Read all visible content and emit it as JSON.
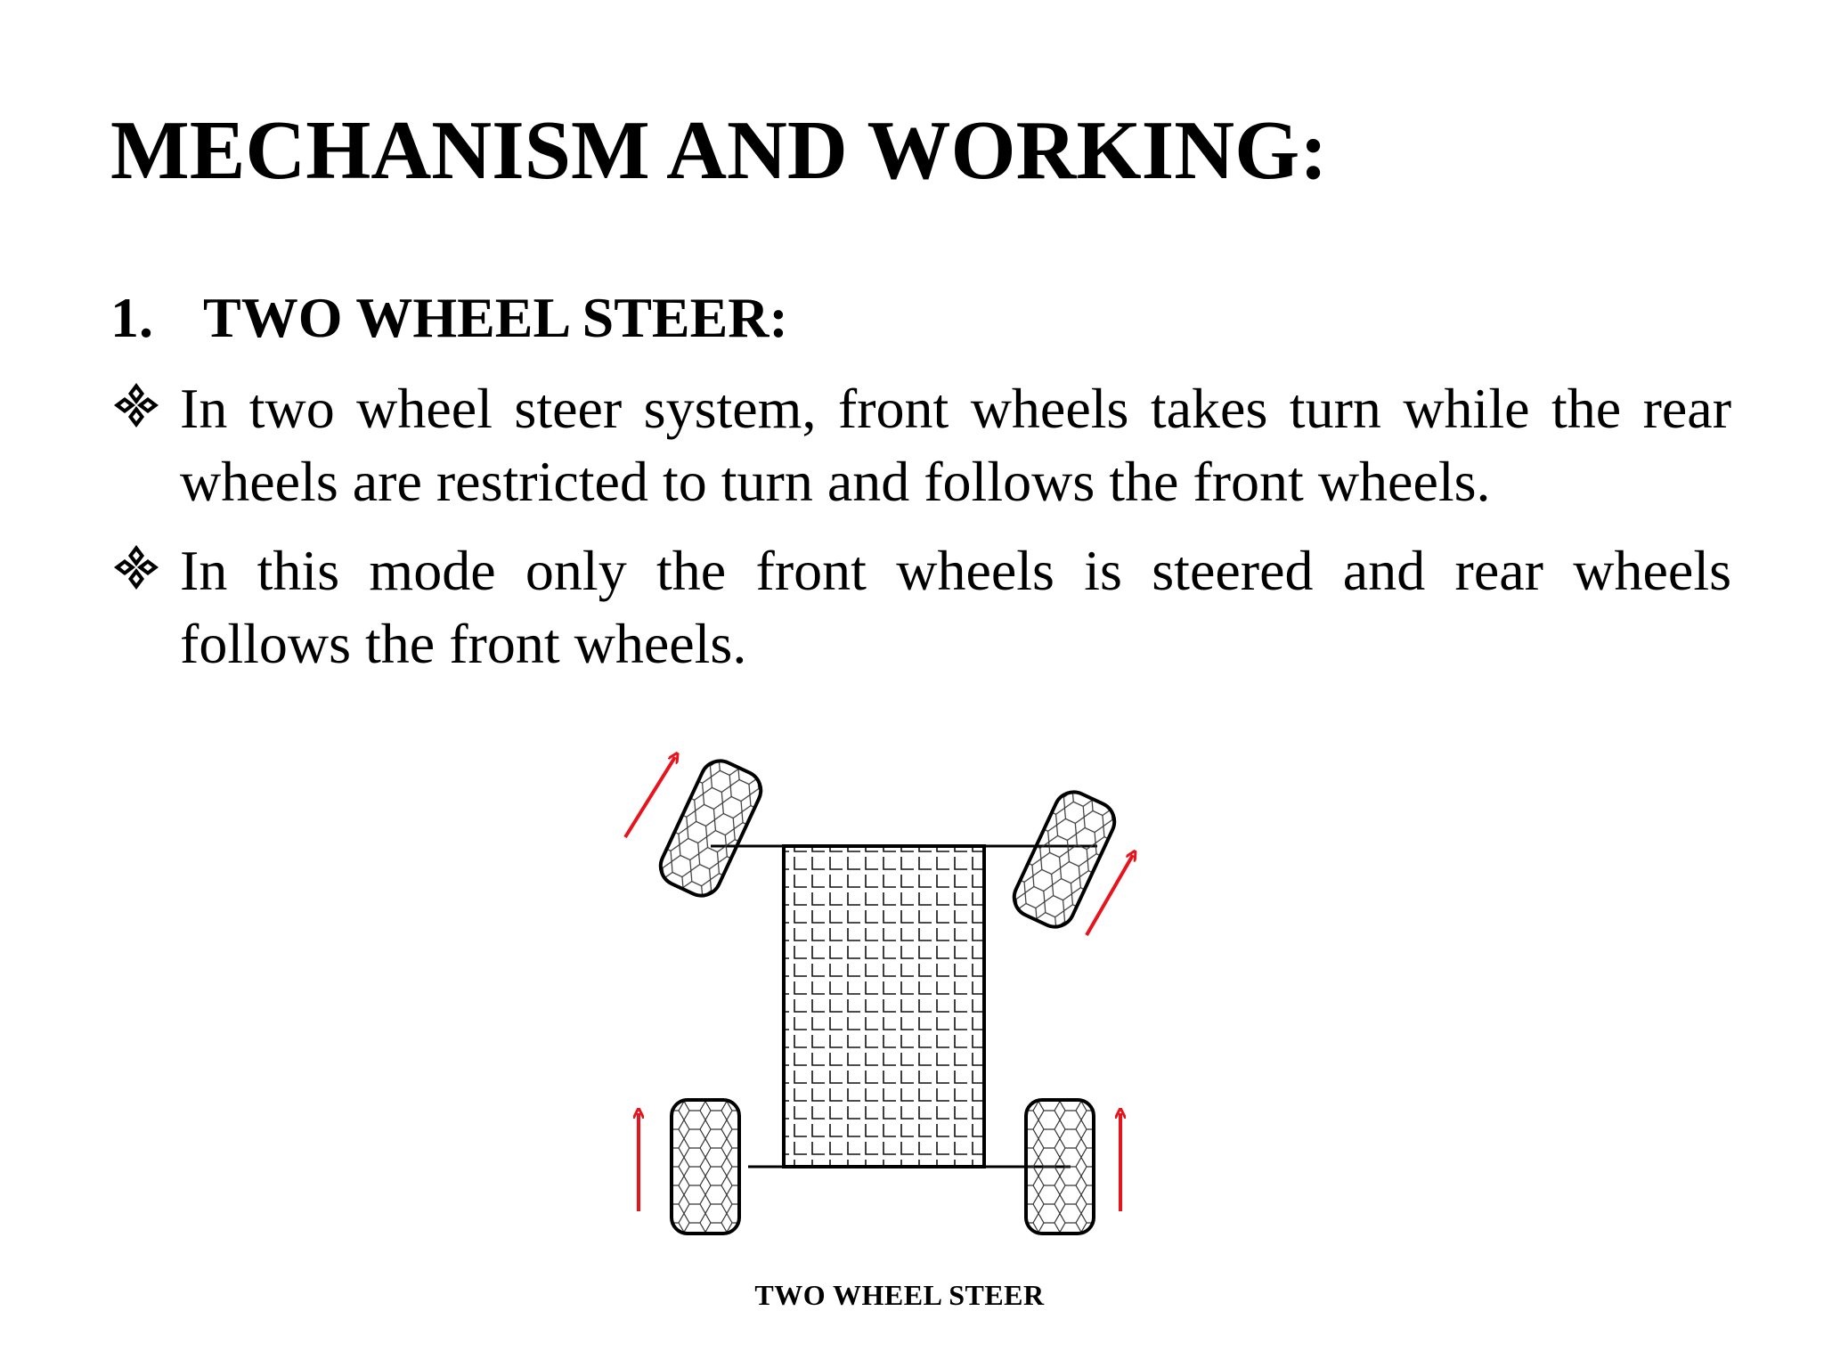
{
  "slide": {
    "title": "MECHANISM AND WORKING:",
    "section": {
      "number": "1.",
      "heading": "TWO WHEEL STEER:"
    },
    "bullets": [
      "In two wheel steer system, front wheels takes turn while the rear wheels are restricted to turn and follows the front wheels.",
      "In this mode only the front wheels is steered and rear wheels follows the front wheels."
    ],
    "bullet_icon": "four-diamond-bullet-icon",
    "diagram": {
      "caption": "TWO WHEEL STEER",
      "arrow_color": "#e8141c",
      "line_color": "#000000"
    }
  }
}
